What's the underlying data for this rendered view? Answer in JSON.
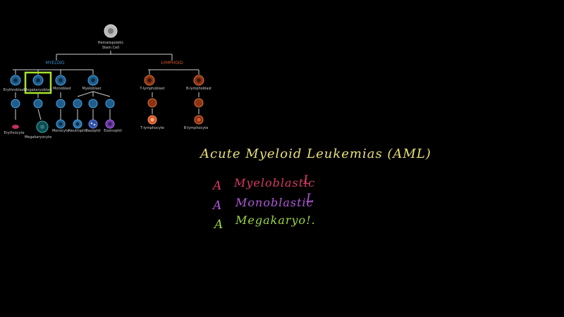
{
  "diagram": {
    "root": {
      "label_line1": "Hematopoietic",
      "label_line2": "Stem Cell"
    },
    "branches": {
      "myeloid": {
        "label": "MYELOID",
        "color": "#3a8fd0"
      },
      "lymphoid": {
        "label": "LYMPHOID",
        "color": "#d9582c"
      }
    },
    "myeloid_cells": {
      "progenitors": [
        "Erythroblast",
        "Megakaryoblast",
        "Monoblast",
        "Myeloblast"
      ],
      "mature": [
        "Erythrocyte",
        "Megakaryocyte",
        "Monocyte",
        "Neutrophil",
        "Basophil",
        "Eosinophil"
      ]
    },
    "lymphoid_cells": {
      "progenitors": [
        "T-lymphoblast",
        "B-lymphoblast"
      ],
      "mature": [
        "T-lymphocyte",
        "B-lymphocyte"
      ]
    },
    "highlight_color": "#a6e22e"
  },
  "notes": {
    "title": "Acute Myeloid Leukemias (AML)",
    "rows": [
      {
        "letter": "A",
        "text": "Myeloblastic",
        "suffix": "L",
        "color": "#d83a62"
      },
      {
        "letter": "A",
        "text": "Monoblastic",
        "suffix": "L",
        "color": "#b05ad8"
      },
      {
        "letter": "A",
        "text": "Megakaryo!.",
        "suffix": "",
        "color": "#9bd645"
      }
    ]
  }
}
